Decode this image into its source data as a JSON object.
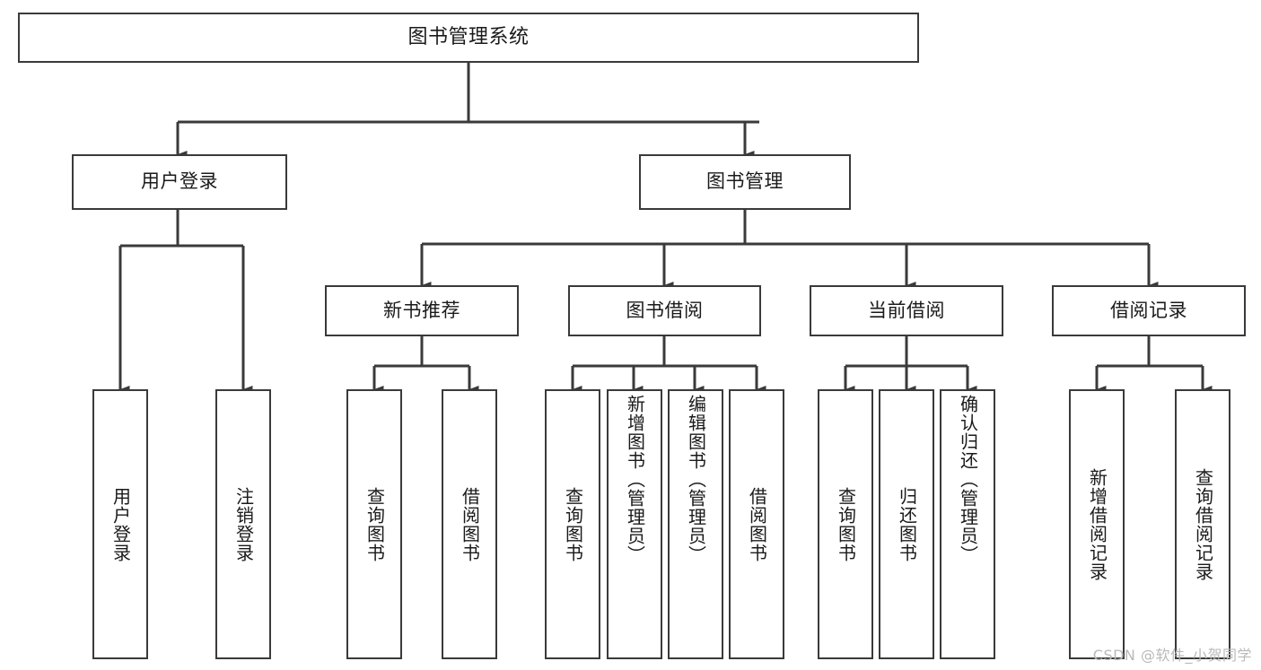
{
  "diagram": {
    "title_node": {
      "id": "root",
      "label": "图书管理系统"
    },
    "level2": [
      {
        "id": "user-login",
        "label": "用户登录"
      },
      {
        "id": "book-manage",
        "label": "图书管理"
      }
    ],
    "level3": [
      {
        "id": "new-book-recommend",
        "label": "新书推荐"
      },
      {
        "id": "book-borrow",
        "label": "图书借阅"
      },
      {
        "id": "current-borrow",
        "label": "当前借阅"
      },
      {
        "id": "borrow-record",
        "label": "借阅记录"
      }
    ],
    "leaves": {
      "user_login": [
        {
          "id": "leaf-user-login",
          "label": "用户登录"
        },
        {
          "id": "leaf-logout-login",
          "label": "注销登录"
        }
      ],
      "new_book_recommend": [
        {
          "id": "leaf-query-book-1",
          "label": "查询图书"
        },
        {
          "id": "leaf-borrow-book-1",
          "label": "借阅图书"
        }
      ],
      "book_borrow": [
        {
          "id": "leaf-query-book-2",
          "label": "查询图书"
        },
        {
          "id": "leaf-add-book",
          "label": "新增图书（管理员）"
        },
        {
          "id": "leaf-edit-book",
          "label": "编辑图书（管理员）"
        },
        {
          "id": "leaf-borrow-book-2",
          "label": "借阅图书"
        }
      ],
      "current_borrow": [
        {
          "id": "leaf-query-book-3",
          "label": "查询图书"
        },
        {
          "id": "leaf-return-book",
          "label": "归还图书"
        },
        {
          "id": "leaf-confirm-return",
          "label": "确认归还（管理员）"
        }
      ],
      "borrow_record": [
        {
          "id": "leaf-add-record",
          "label": "新增借阅记录"
        },
        {
          "id": "leaf-query-record",
          "label": "查询借阅记录"
        }
      ]
    }
  },
  "watermark": {
    "text": "CSDN @软件_小贺同学"
  },
  "colors": {
    "stroke": "#3a3a3a",
    "fill": "#ffffff",
    "text": "#1a1a1a",
    "watermark": "#b9b9b9"
  }
}
